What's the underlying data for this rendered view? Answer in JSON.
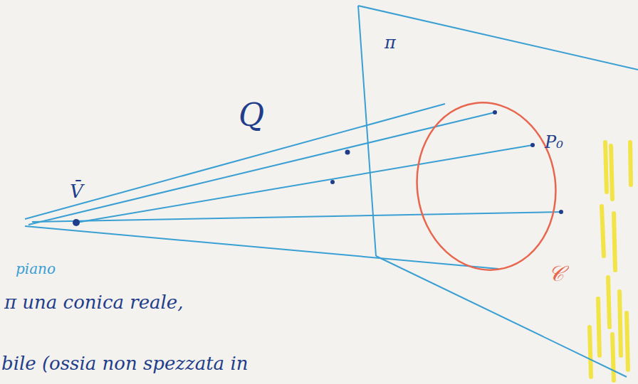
{
  "diagram": {
    "labels": [
      "π",
      "Q",
      "V̄",
      "P₀",
      "𝒞",
      "piano",
      "π una conica reale,",
      "bile (ossia non spezzata in"
    ]
  }
}
